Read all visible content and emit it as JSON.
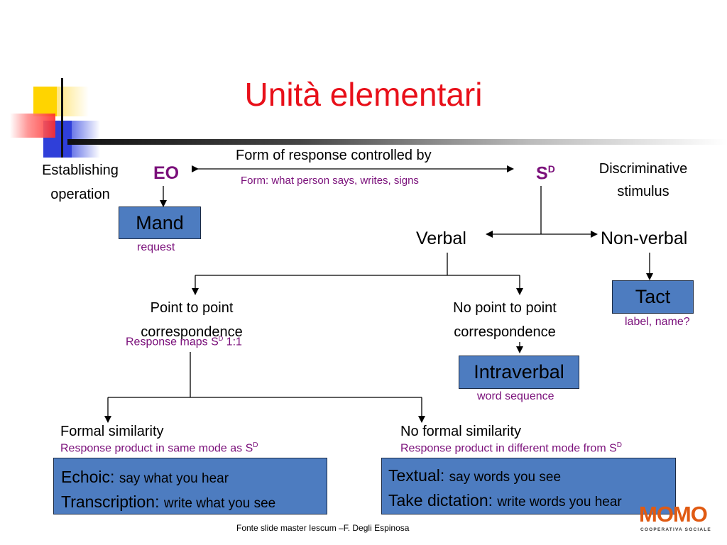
{
  "title": "Unità elementari",
  "header": {
    "form_label": "Form of response controlled by",
    "form_sub": "Form: what person says, writes, signs",
    "eo": "EO",
    "establishing": [
      "Establishing",
      "operation"
    ],
    "sd_main": "S",
    "sd_sup": "D",
    "discriminative": [
      "Discriminative",
      "stimulus"
    ]
  },
  "mand": {
    "label": "Mand",
    "sub": "request"
  },
  "verbal": "Verbal",
  "non_verbal": "Non-verbal",
  "tact": {
    "label": "Tact",
    "sub": "label, name?"
  },
  "point": {
    "lines": [
      "Point to point",
      "correspondence"
    ],
    "sub_prefix": "Response maps S",
    "sub_sup": "D",
    "sub_suffix": " 1:1"
  },
  "no_point": {
    "lines": [
      "No point to point",
      "correspondence"
    ]
  },
  "intraverbal": {
    "label": "Intraverbal",
    "sub": "word sequence"
  },
  "formal": {
    "title": "Formal similarity",
    "sub": "Response product in same mode as S",
    "sub_sup": "D",
    "box": [
      {
        "head": "Echoic:",
        "desc": "say what you hear"
      },
      {
        "head": "Transcription:",
        "desc": "write what you see"
      }
    ]
  },
  "no_formal": {
    "title": "No formal similarity",
    "sub": "Response product in different mode from S",
    "sub_sup": "D",
    "box": [
      {
        "head": "Textual:",
        "desc": "say words you see"
      },
      {
        "head": "Take dictation:",
        "desc": "write words you hear"
      }
    ]
  },
  "footer": "Fonte  slide master Iescum –F. Degli Espinosa",
  "logo": {
    "text": "MOMO",
    "tagline": "COOPERATIVA SOCIALE"
  },
  "colors": {
    "title": "#e8101a",
    "purple": "#7a0f7a",
    "box_fill": "#4d7cc0",
    "logo_main": "#e05a12",
    "logo_dark": "#3a3a3a",
    "deco_yellow": "#ffd400",
    "deco_blue": "#2f3fd9",
    "deco_red": "#ff3b3b"
  }
}
